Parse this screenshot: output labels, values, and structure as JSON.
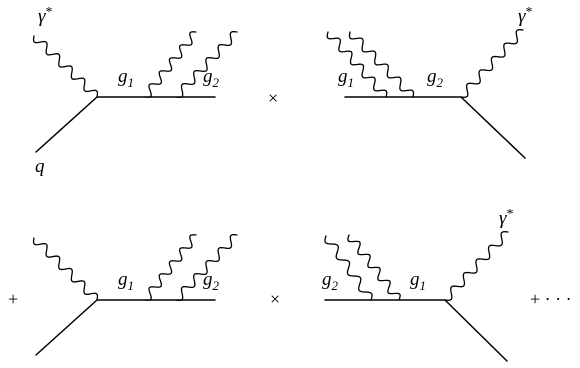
{
  "labels": {
    "gamma": "γ",
    "gamma_star": "*",
    "g_letter": "g",
    "sub_1": "1",
    "sub_2": "2",
    "quark": "q"
  },
  "operators": {
    "times": "×",
    "plus": "+",
    "plus_dots": "+ · · ·"
  }
}
